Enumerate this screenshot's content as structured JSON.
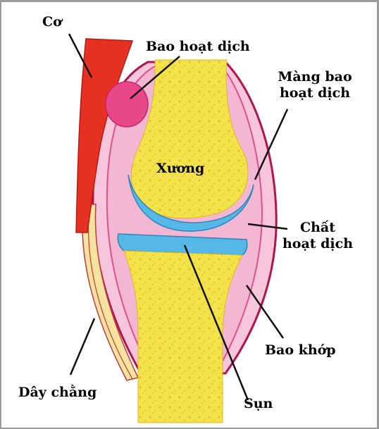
{
  "labels": {
    "co": "Cơ",
    "bao_hoat_dich": "Bao hoạt dịch",
    "mang_bao_line1": "Màng bao",
    "mang_bao_line2": "hoạt dịch",
    "xuong": "Xương",
    "chat_line1": "Chất",
    "chat_line2": "hoạt dịch",
    "bao_khop": "Bao khớp",
    "day_chang": "Dây chằng",
    "sun": "Sụn"
  },
  "colors": {
    "bone": "#f3e24a",
    "bone_dots": "#e0bf2a",
    "cartilage": "#56b8e6",
    "synovial_fluid": "#f3b6d3",
    "capsule": "#c8236e",
    "muscle": "#e63022",
    "bursa": "#e8488a",
    "ligament": "#f6e3a0"
  }
}
